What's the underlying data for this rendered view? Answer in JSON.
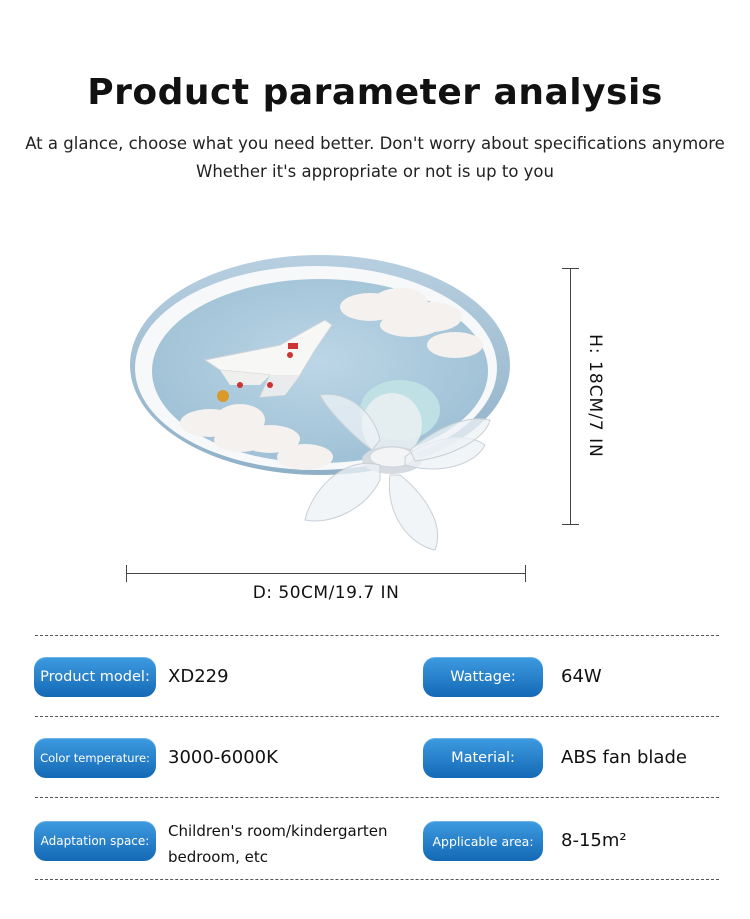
{
  "header": {
    "title": "Product parameter analysis",
    "subtitle_line1": "At a glance, choose what you need better. Don't worry about specifications anymore",
    "subtitle_line2": "Whether it's appropriate or not is up to you"
  },
  "dimensions": {
    "height": "H: 18CM/7 IN",
    "diameter": "D: 50CM/19.7 IN"
  },
  "product_image": {
    "frame_color": "#a8c4d8",
    "sky_color": "#a9c8dc",
    "cloud_color": "#f4f1ee",
    "blade_color": "#eef2f5",
    "icons": [
      "ceiling-fan-light",
      "airplane",
      "clouds"
    ]
  },
  "specs": {
    "row1": {
      "left_label": "Product model:",
      "left_value": "XD229",
      "right_label": "Wattage:",
      "right_value": "64W"
    },
    "row2": {
      "left_label": "Color temperature:",
      "left_value": "3000-6000K",
      "right_label": "Material:",
      "right_value": "ABS fan blade"
    },
    "row3": {
      "left_label": "Adaptation space:",
      "left_value_line1": "Children's room/kindergarten",
      "left_value_line2": "bedroom, etc",
      "right_label": "Applicable area:",
      "right_value": "8-15m²"
    }
  },
  "colors": {
    "pill_top": "#3e9be0",
    "pill_bottom": "#1469b5",
    "text": "#111111"
  }
}
